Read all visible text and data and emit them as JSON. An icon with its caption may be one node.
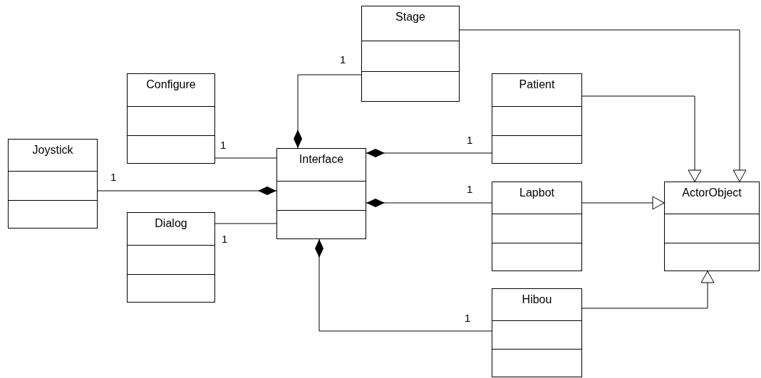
{
  "diagram": {
    "nodes": [
      {
        "text": [
          "Stage"
        ]
      },
      {
        "text": [
          "Configure"
        ]
      },
      {
        "text": [
          "Patient"
        ]
      },
      {
        "text": [
          "Joystick"
        ]
      },
      {
        "text": [
          "Interface"
        ]
      },
      {
        "text": [
          "Lapbot"
        ]
      },
      {
        "text": [
          "ActorObject"
        ]
      },
      {
        "text": [
          "Dialog"
        ]
      },
      {
        "text": [
          "Hibou"
        ]
      }
    ],
    "edges": [
      {
        "from": 0,
        "to": 4,
        "arrow": "other",
        "label": "1"
      },
      {
        "from": 1,
        "to": 4,
        "arrow": "none",
        "label": "1"
      },
      {
        "from": 2,
        "to": 4,
        "arrow": "other",
        "label": "1"
      },
      {
        "from": 3,
        "to": 4,
        "arrow": "other",
        "label": "1"
      },
      {
        "from": 5,
        "to": 4,
        "arrow": "other",
        "label": "1"
      },
      {
        "from": 7,
        "to": 4,
        "arrow": "none",
        "label": "1"
      },
      {
        "from": 8,
        "to": 4,
        "arrow": "other",
        "label": "1"
      },
      {
        "from": 0,
        "to": 6,
        "arrow": "to"
      },
      {
        "from": 2,
        "to": 6,
        "arrow": "to"
      },
      {
        "from": 5,
        "to": 6,
        "arrow": "to"
      },
      {
        "from": 8,
        "to": 6,
        "arrow": "to"
      }
    ]
  }
}
